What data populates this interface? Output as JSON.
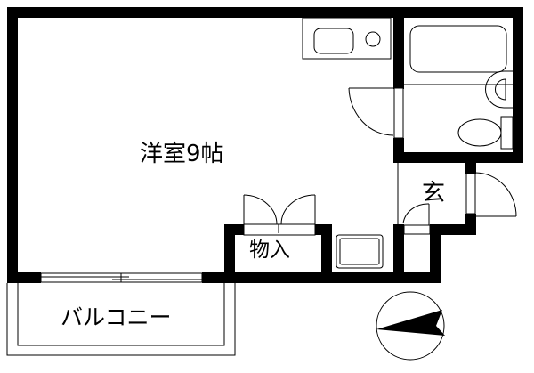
{
  "floorplan": {
    "type": "1R apartment floor plan",
    "rooms": {
      "western_room": {
        "label": "洋室9帖",
        "size_jo": 9
      },
      "closet": {
        "label": "物入"
      },
      "entrance": {
        "label": "玄"
      },
      "balcony": {
        "label": "バルコニー"
      }
    },
    "fixtures": [
      "kitchen-sink",
      "stove",
      "bathtub",
      "washbasin",
      "toilet",
      "washing-machine-pan"
    ],
    "compass": {
      "label": "north-arrow",
      "direction": "west"
    },
    "colors": {
      "wall": "#000000",
      "background": "#ffffff"
    }
  }
}
